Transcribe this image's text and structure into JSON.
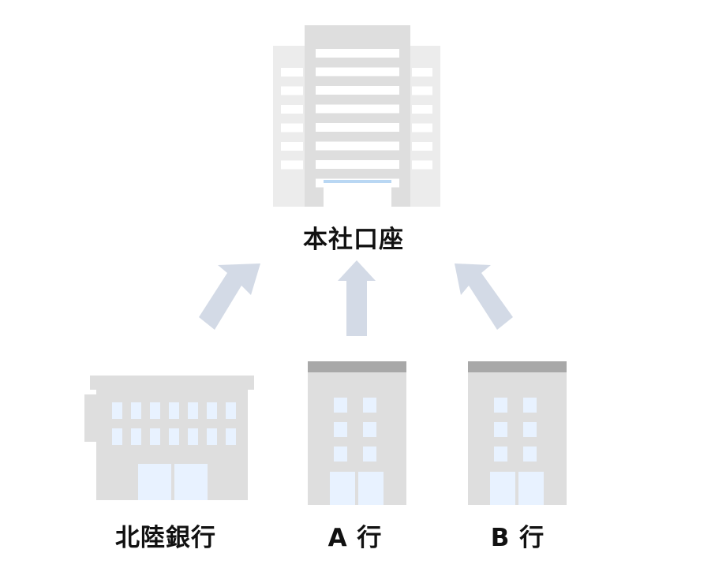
{
  "labels": {
    "hq": "本社口座",
    "hokuriku": "北陸銀行",
    "bank_a": "A 行",
    "bank_b": "B 行"
  },
  "colors": {
    "building": "#dedede",
    "building_side": "#ececec",
    "roof": "#a8a8a8",
    "window": "#e8f2ff",
    "window_hq": "#ffffff",
    "arrow": "#d3dae6",
    "hq_door_top": "#b9d7f3"
  },
  "icons": {
    "hq": "office-tower-icon",
    "hokuriku": "bank-building-icon",
    "bank_a": "office-building-icon",
    "bank_b": "office-building-icon"
  }
}
